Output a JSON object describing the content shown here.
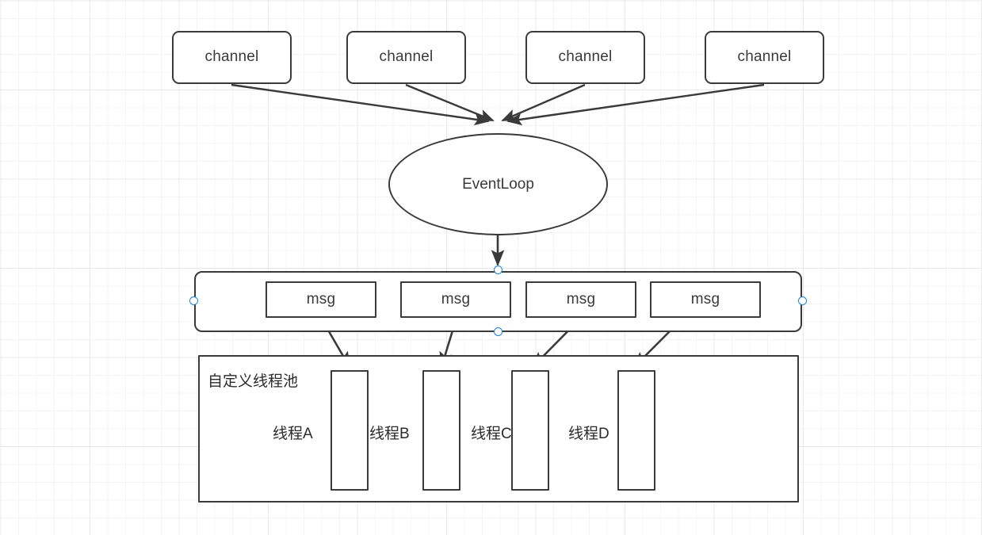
{
  "diagram": {
    "title": "EventLoop dispatch to custom thread pool",
    "stroke_color": "#3a3a3a",
    "fill_color": "#ffffff",
    "handle_color": "#1f7fd6",
    "grid_color": "#e8e8e8"
  },
  "channels": [
    {
      "label": "channel"
    },
    {
      "label": "channel"
    },
    {
      "label": "channel"
    },
    {
      "label": "channel"
    }
  ],
  "eventloop": {
    "label": "EventLoop"
  },
  "queue": {
    "selected": true,
    "messages": [
      {
        "label": "msg"
      },
      {
        "label": "msg"
      },
      {
        "label": "msg"
      },
      {
        "label": "msg"
      }
    ]
  },
  "pool": {
    "title": "自定义线程池",
    "threads": [
      {
        "label": "线程A"
      },
      {
        "label": "线程B"
      },
      {
        "label": "线程C"
      },
      {
        "label": "线程D"
      }
    ]
  }
}
